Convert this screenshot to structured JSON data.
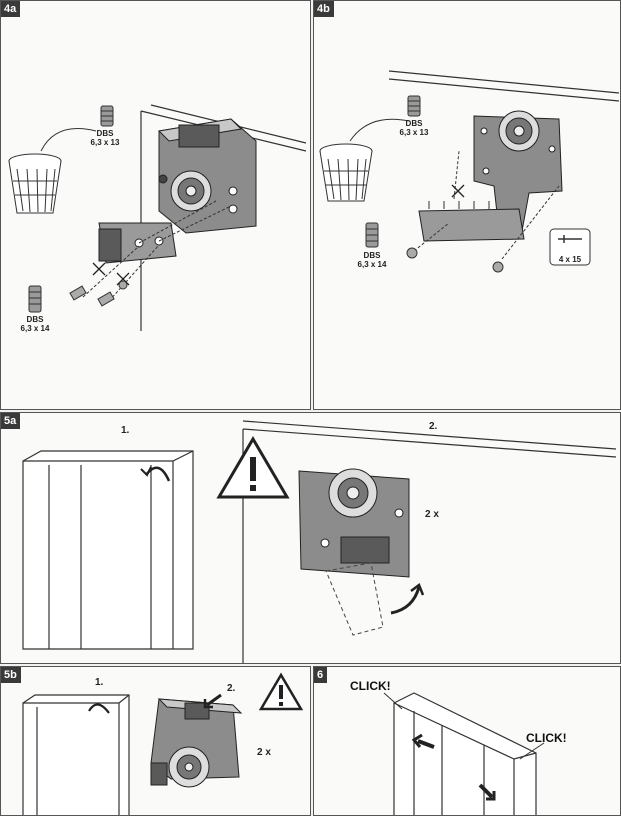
{
  "panels": {
    "p4a": {
      "tag": "4a",
      "dbs_top": {
        "name": "DBS",
        "size": "6,3 x 13"
      },
      "dbs_bottom": {
        "name": "DBS",
        "size": "6,3 x 14"
      }
    },
    "p4b": {
      "tag": "4b",
      "dbs_top": {
        "name": "DBS",
        "size": "6,3 x 13"
      },
      "dbs_left": {
        "name": "DBS",
        "size": "6,3 x 14"
      },
      "screw": {
        "size": "4 x 15"
      }
    },
    "p5a": {
      "tag": "5a",
      "step1": "1.",
      "step2": "2.",
      "multiplier": "2 x"
    },
    "p5b": {
      "tag": "5b",
      "step1": "1.",
      "step2": "2.",
      "multiplier": "2 x"
    },
    "p6": {
      "tag": "6",
      "click_left": "CLICK!",
      "click_right": "CLICK!"
    }
  },
  "colors": {
    "line": "#333333",
    "part_dark": "#5a5a5a",
    "part_mid": "#8c8c8c",
    "part_light": "#c8c8c8",
    "warning": "#222222"
  },
  "icons": [
    "waste-basket-icon",
    "screw-icon",
    "warning-triangle-icon",
    "rotate-arrow-icon",
    "push-arrow-icon"
  ]
}
